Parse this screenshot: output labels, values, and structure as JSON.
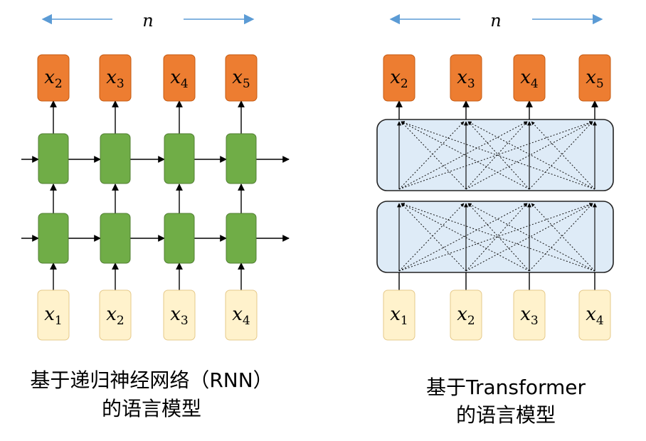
{
  "rnn_panel": {
    "length_label": "n",
    "outputs": [
      {
        "var": "x",
        "sub": "2"
      },
      {
        "var": "x",
        "sub": "3"
      },
      {
        "var": "x",
        "sub": "4"
      },
      {
        "var": "x",
        "sub": "5"
      }
    ],
    "inputs": [
      {
        "var": "x",
        "sub": "1"
      },
      {
        "var": "x",
        "sub": "2"
      },
      {
        "var": "x",
        "sub": "3"
      },
      {
        "var": "x",
        "sub": "4"
      }
    ],
    "caption_line1": "基于递归神经网络（RNN）",
    "caption_line2": "的语言模型"
  },
  "transformer_panel": {
    "length_label": "n",
    "outputs": [
      {
        "var": "x",
        "sub": "2"
      },
      {
        "var": "x",
        "sub": "3"
      },
      {
        "var": "x",
        "sub": "4"
      },
      {
        "var": "x",
        "sub": "5"
      }
    ],
    "inputs": [
      {
        "var": "x",
        "sub": "1"
      },
      {
        "var": "x",
        "sub": "2"
      },
      {
        "var": "x",
        "sub": "3"
      },
      {
        "var": "x",
        "sub": "4"
      }
    ],
    "caption_line1": "基于Transformer",
    "caption_line2": "的语言模型"
  },
  "colors": {
    "output_fill": "#ED7D31",
    "output_stroke": "#C55A11",
    "input_fill": "#FFF2CC",
    "input_stroke": "#E6C98A",
    "rnn_cell_fill": "#70AD47",
    "rnn_cell_stroke": "#507E32",
    "transformer_block_fill": "#DEEBF7",
    "transformer_block_stroke": "#222222",
    "length_arrow": "#5B9BD5",
    "edge": "#000000"
  }
}
